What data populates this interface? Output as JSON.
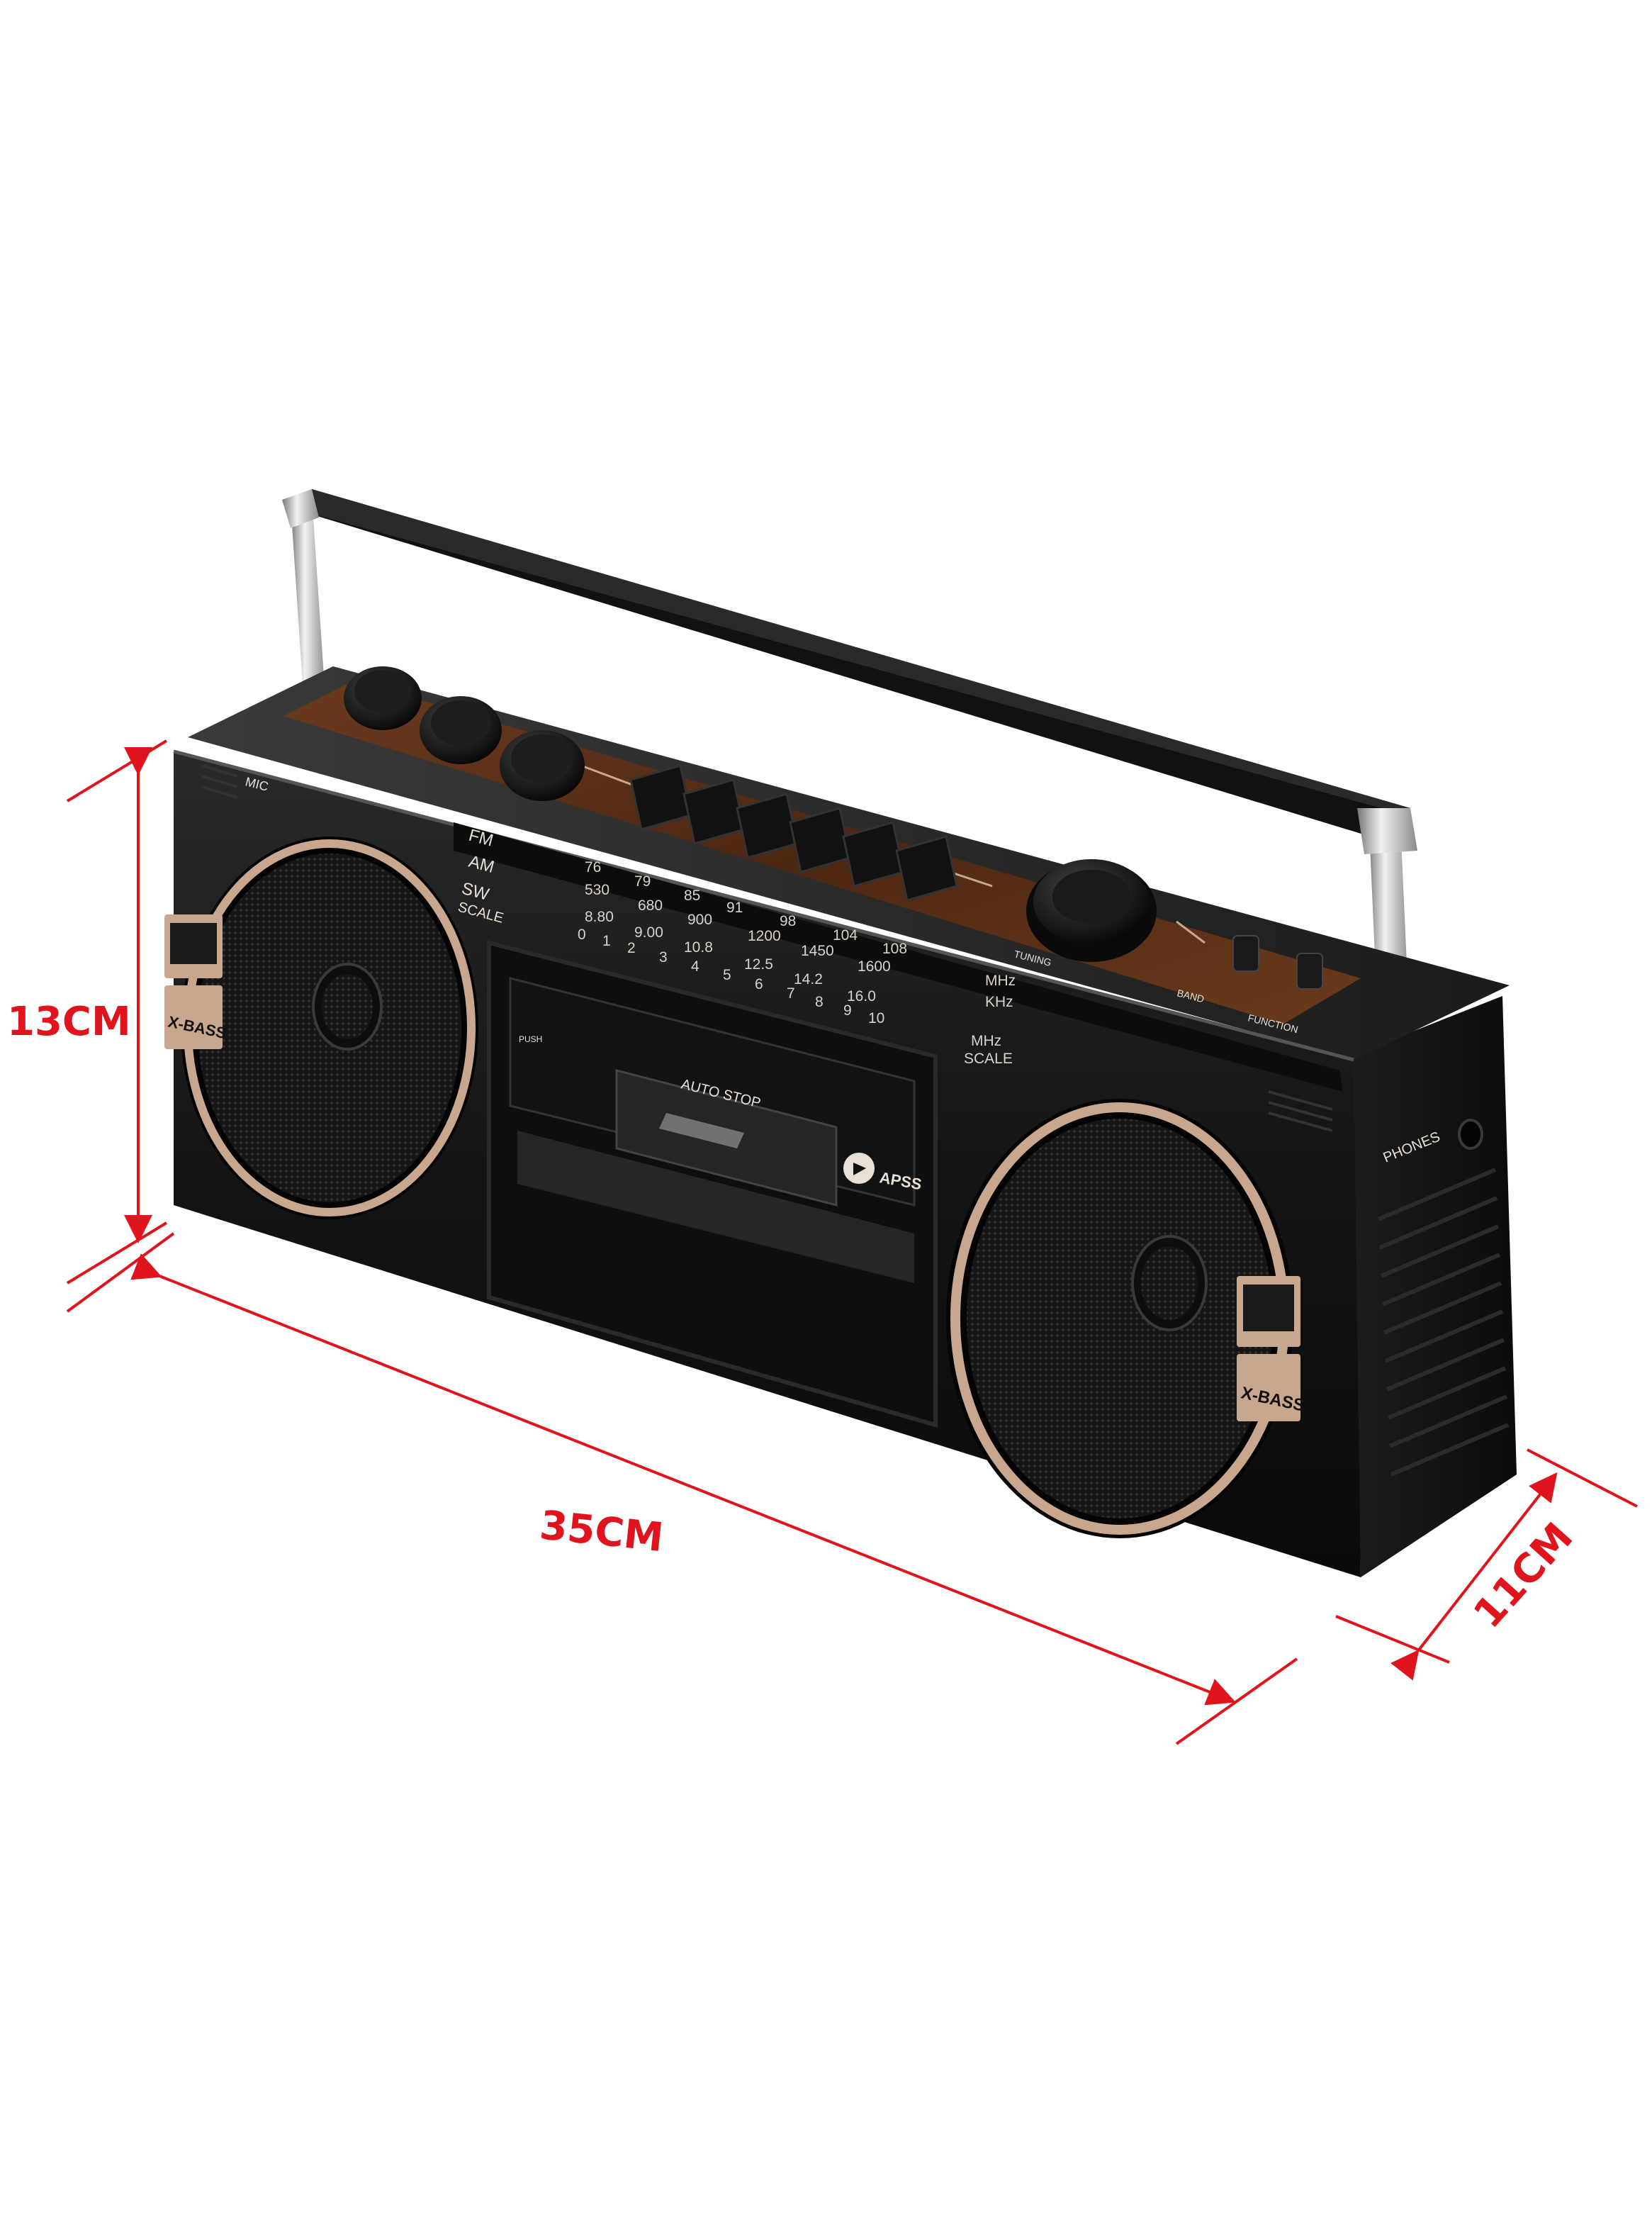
{
  "dimensions": {
    "height": "13CM",
    "length": "35CM",
    "depth": "11CM"
  },
  "product": {
    "mic_label": "MIC",
    "band_labels": [
      "FM",
      "AM",
      "SW",
      "SCALE"
    ],
    "fm_scale": [
      "76",
      "79",
      "85",
      "91",
      "98",
      "104",
      "108"
    ],
    "am_scale": [
      "530",
      "680",
      "900",
      "1200",
      "1450",
      "1600"
    ],
    "sw_scale": [
      "8.80",
      "9.00",
      "10.8",
      "12.5",
      "14.2",
      "16.0"
    ],
    "scale_numbers": [
      "0",
      "1",
      "2",
      "3",
      "4",
      "5",
      "6",
      "7",
      "8",
      "9",
      "10"
    ],
    "units": [
      "MHz",
      "KHz",
      "MHz",
      "SCALE"
    ],
    "auto_stop": "AUTO STOP",
    "apss": "APSS",
    "push": "PUSH",
    "xbass_left": "X-BASS",
    "xbass_right": "X-BASS",
    "phones": "PHONES",
    "band": "BAND",
    "function": "FUNCTION",
    "tuning": "TUNING"
  },
  "colors": {
    "dimension_lines": "#e0141c",
    "body": "#111111",
    "wood_panel": "#5a2e16",
    "speaker_ring": "#c9a78e",
    "chrome": "#c8c8c8"
  }
}
